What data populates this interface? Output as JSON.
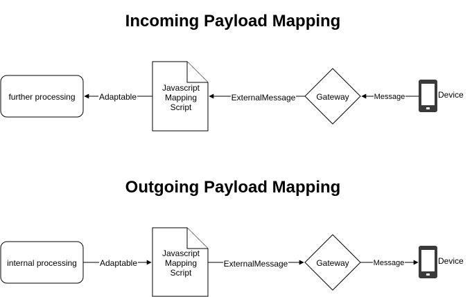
{
  "incoming": {
    "title": "Incoming Payload Mapping",
    "nodes": {
      "further": "further processing",
      "script": [
        "Javascript",
        "Mapping",
        "Script"
      ],
      "gateway": "Gateway",
      "device": "Device"
    },
    "edges": {
      "script_to_further": "Adaptable",
      "gateway_to_script": "ExternalMessage",
      "device_to_gateway": "Message"
    }
  },
  "outgoing": {
    "title": "Outgoing Payload Mapping",
    "nodes": {
      "internal": "internal processing",
      "script": [
        "Javascript",
        "Mapping",
        "Script"
      ],
      "gateway": "Gateway",
      "device": "Device"
    },
    "edges": {
      "internal_to_script": "Adaptable",
      "script_to_gateway": "ExternalMessage",
      "gateway_to_device": "Message"
    }
  },
  "colors": {
    "stroke": "#000000",
    "device_fill": "#3a3a3a",
    "background": "#ffffff"
  },
  "icons": {
    "device": "mobile-phone-icon"
  }
}
